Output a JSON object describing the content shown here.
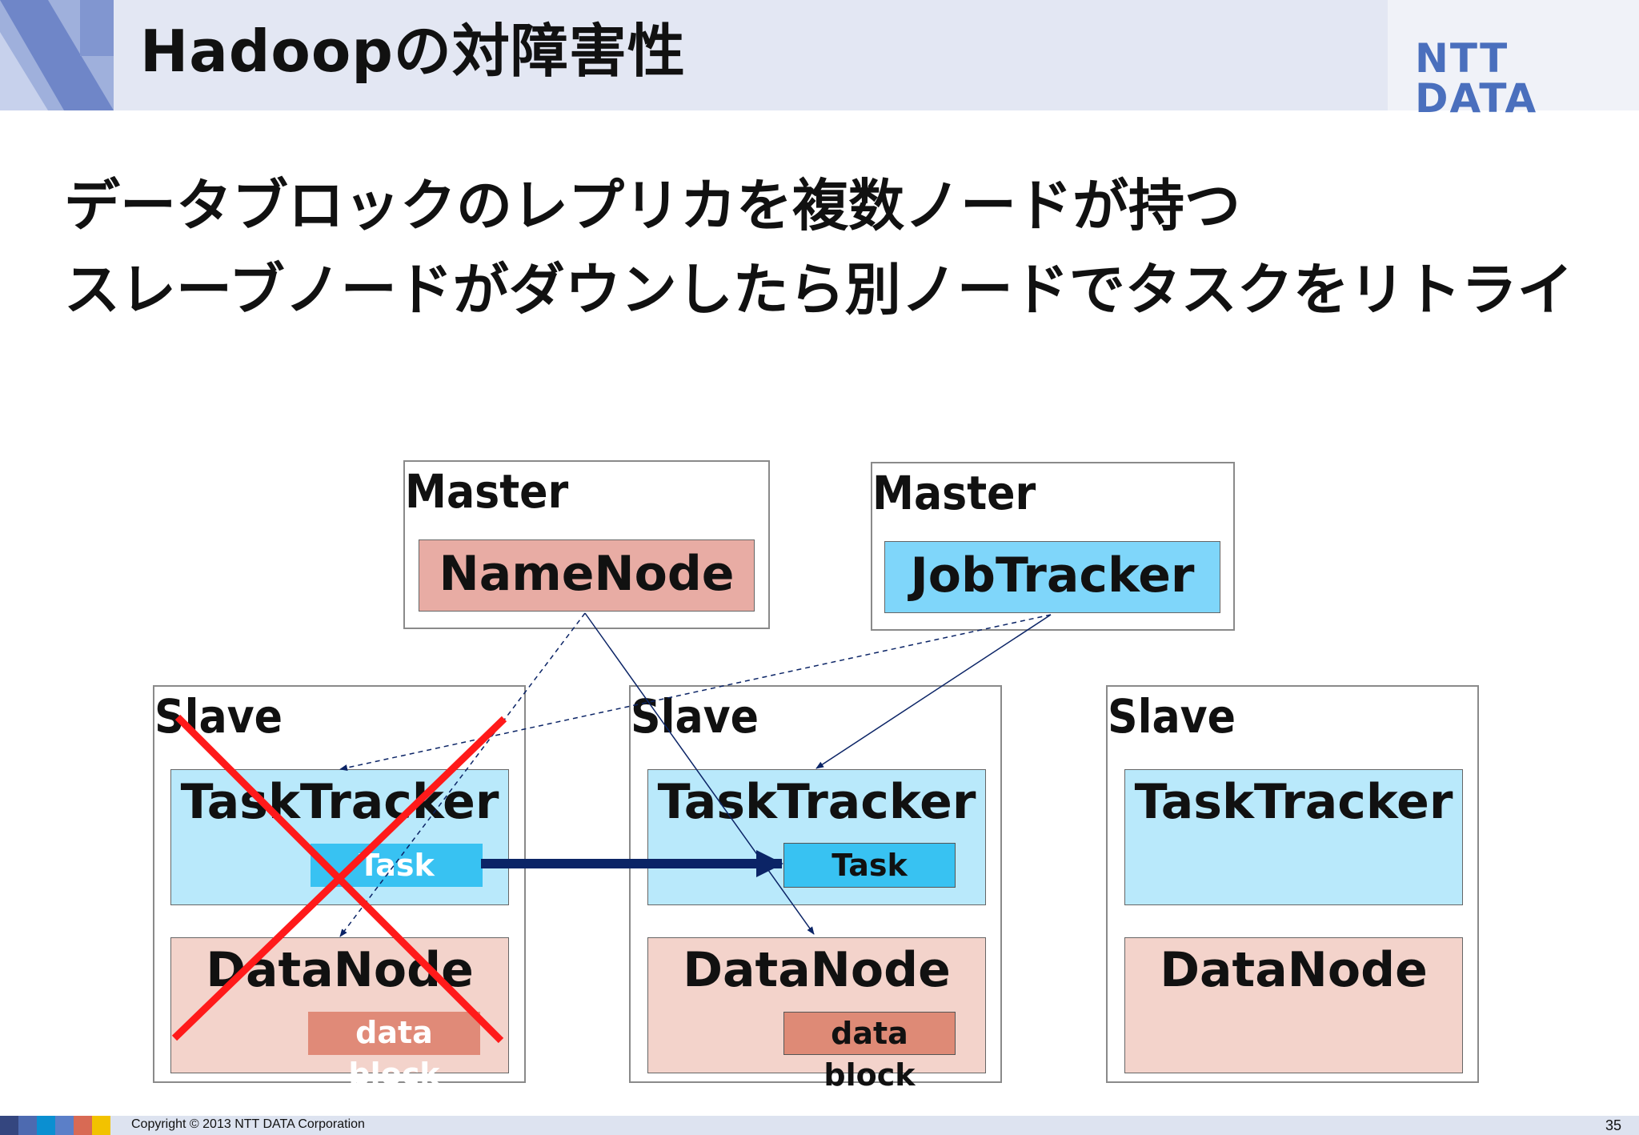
{
  "header": {
    "title": "Hadoopの対障害性",
    "logo": "NTT DATA"
  },
  "bullets": [
    "データブロックのレプリカを複数ノードが持つ",
    "スレーブノードがダウンしたら別ノードでタスクをリトライ"
  ],
  "diagram": {
    "master_label": "Master",
    "slave_label": "Slave",
    "namenode": "NameNode",
    "jobtracker": "JobTracker",
    "tasktracker": "TaskTracker",
    "datanode": "DataNode",
    "task": "Task",
    "data_block": "data block"
  },
  "colors": {
    "namenode": "#e8aca4",
    "jobtracker": "#7fd6fa",
    "tasktracker": "#b9e9fb",
    "datanode": "#f3d3cb",
    "task": "#38c2f2",
    "data_block": "#de8a76",
    "failure_cross": "#ff1a1a",
    "retry_arrow": "#0b2466",
    "logo": "#4a6fbd"
  },
  "footer": {
    "copyright": "Copyright © 2013 NTT DATA Corporation",
    "page": "35"
  }
}
